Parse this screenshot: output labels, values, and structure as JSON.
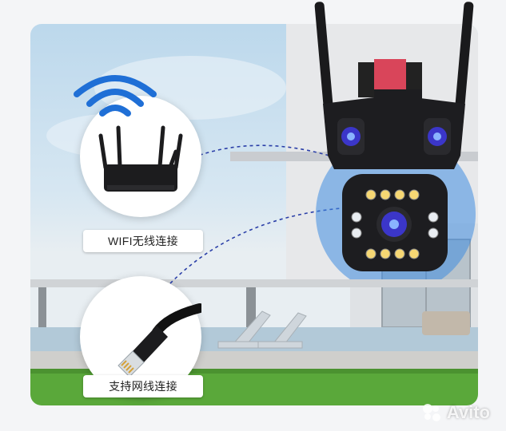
{
  "labels": {
    "wifi": "WIFI无线连接",
    "ethernet": "支持网线连接"
  },
  "watermark": {
    "text": "Avito"
  },
  "icons": {
    "wifi": "wifi-signal-icon",
    "router": "router-icon",
    "cable": "ethernet-cable-icon",
    "camera": "security-camera-icon",
    "logo": "avito-logo-icon"
  },
  "colors": {
    "wifi_blue": "#1f6fd6",
    "dashed_line": "#2b3fa8",
    "camera_body": "#1d1d20",
    "grass": "#5aa83a"
  }
}
